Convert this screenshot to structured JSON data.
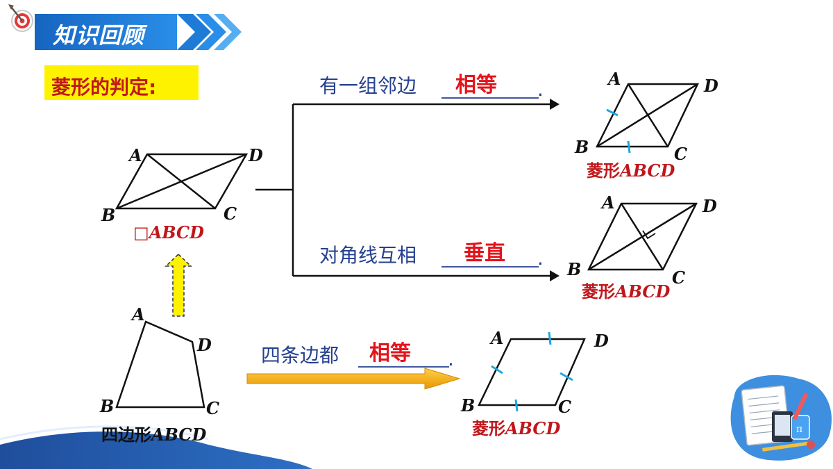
{
  "header": {
    "title": "知识回顾"
  },
  "topic": {
    "label": "菱形的判定:"
  },
  "parallelogram": {
    "symbol": "□",
    "name": "ABCD",
    "vertices": {
      "A": "A",
      "B": "B",
      "C": "C",
      "D": "D"
    }
  },
  "quadrilateral": {
    "prefix": "四边形",
    "name": "ABCD",
    "vertices": {
      "A": "A",
      "B": "B",
      "C": "C",
      "D": "D"
    }
  },
  "conditions": [
    {
      "text": "有一组邻边",
      "answer": "相等",
      "end": "."
    },
    {
      "text": "对角线互相",
      "answer": "垂直",
      "end": "."
    },
    {
      "text": "四条边都",
      "answer": "相等",
      "end": "."
    }
  ],
  "rhombi": [
    {
      "prefix": "菱形",
      "name": "ABCD",
      "vertices": {
        "A": "A",
        "B": "B",
        "C": "C",
        "D": "D"
      }
    },
    {
      "prefix": "菱形",
      "name": "ABCD",
      "vertices": {
        "A": "A",
        "B": "B",
        "C": "C",
        "D": "D"
      }
    },
    {
      "prefix": "菱形",
      "name": "ABCD",
      "vertices": {
        "A": "A",
        "B": "B",
        "C": "C",
        "D": "D"
      }
    }
  ],
  "colors": {
    "banner": "#1e7bd6",
    "accent_yellow": "#fff200",
    "label_red": "#c0171c",
    "answer_red": "#e3141b",
    "condition_blue": "#25408f",
    "tick_cyan": "#1aa8e0",
    "arrow_orange": "#f5a800"
  }
}
